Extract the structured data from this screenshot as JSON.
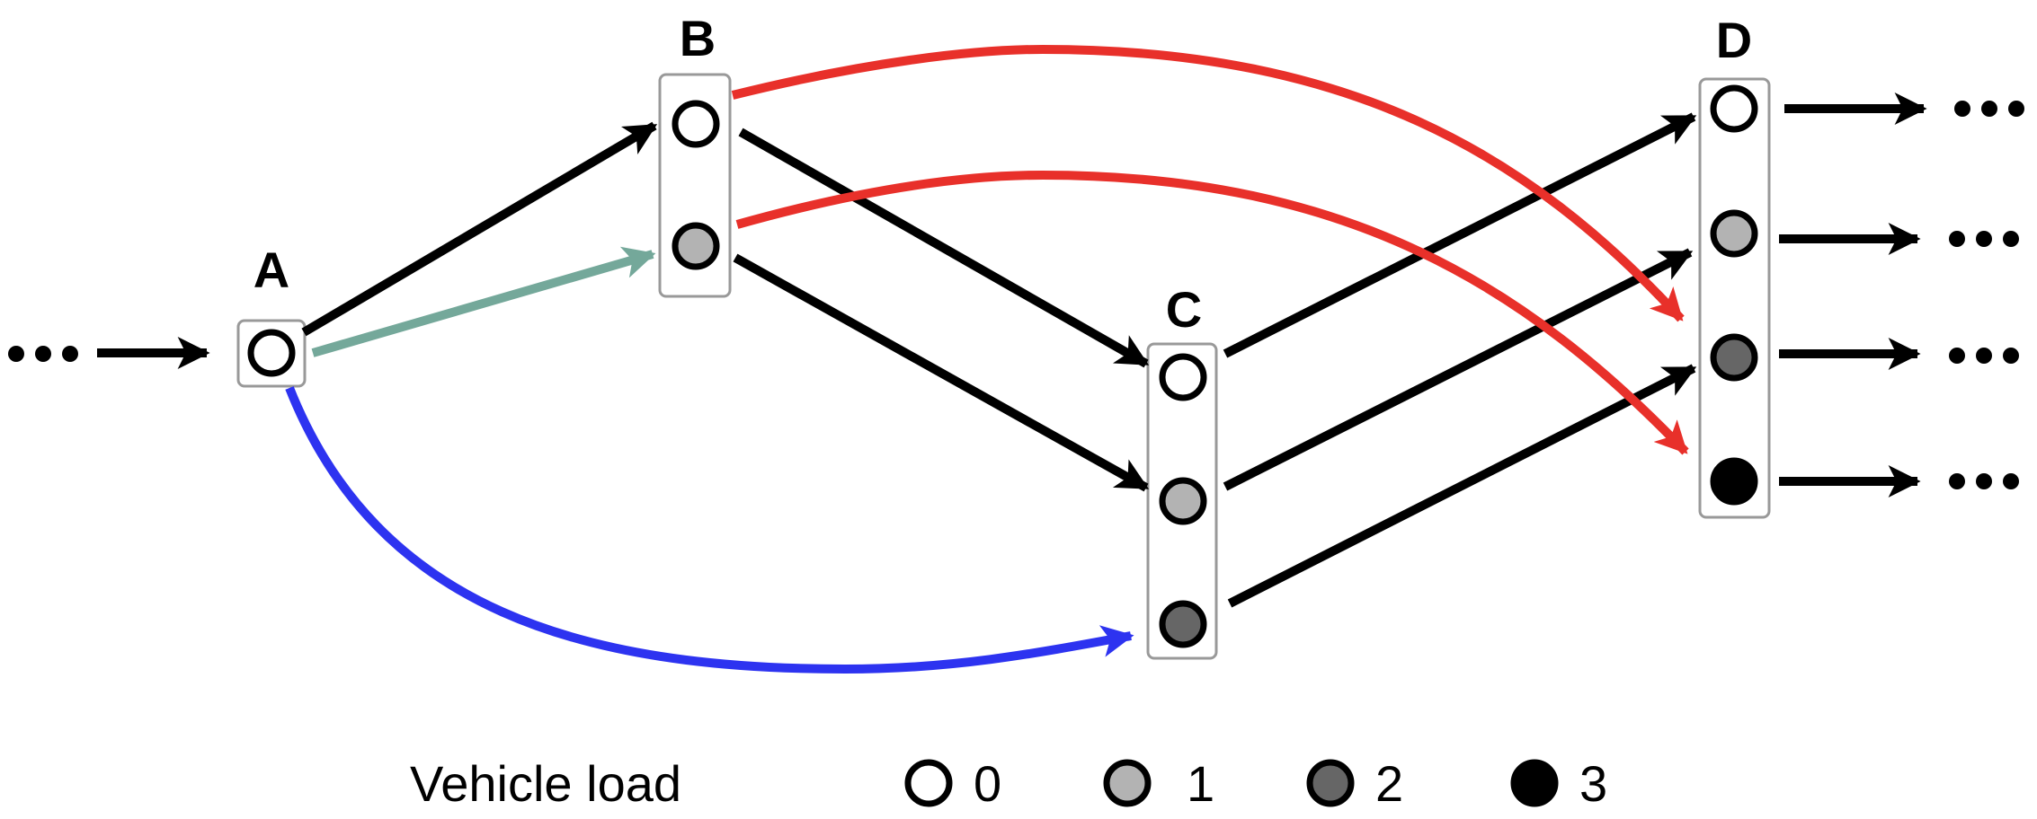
{
  "nodes": {
    "A": {
      "label": "A",
      "states": [
        0
      ]
    },
    "B": {
      "label": "B",
      "states": [
        0,
        1
      ]
    },
    "C": {
      "label": "C",
      "states": [
        0,
        1,
        2
      ]
    },
    "D": {
      "label": "D",
      "states": [
        0,
        1,
        2,
        3
      ]
    }
  },
  "colors": {
    "load_0": "#ffffff",
    "load_1": "#b3b3b3",
    "load_2": "#666666",
    "load_3": "#000000",
    "arc_default": "#000000",
    "arc_pickup": "#74a89a",
    "arc_bypass": "#2d33f0",
    "arc_long": "#e8302a"
  },
  "legend": {
    "title": "Vehicle load",
    "items": [
      "0",
      "1",
      "2",
      "3"
    ]
  }
}
